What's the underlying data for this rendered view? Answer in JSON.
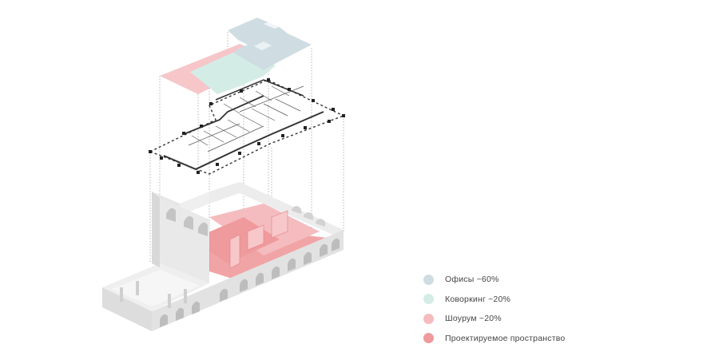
{
  "colors": {
    "offices": "#cfdde3",
    "coworking": "#d4ece6",
    "showroom": "#f5bcbf",
    "designed_space": "#ef9a9c",
    "wall": "#e6e6e6",
    "wall_shadow": "#cfcfcf",
    "line": "#333333"
  },
  "legend": {
    "items": [
      {
        "label": "Офисы ~60%",
        "color": "#cfdde3"
      },
      {
        "label": "Коворкинг ~20%",
        "color": "#d4ece6"
      },
      {
        "label": "Шоурум ~20%",
        "color": "#f5bcbf"
      },
      {
        "label": "Проектируемое пространство",
        "color": "#ef9a9c"
      }
    ]
  }
}
